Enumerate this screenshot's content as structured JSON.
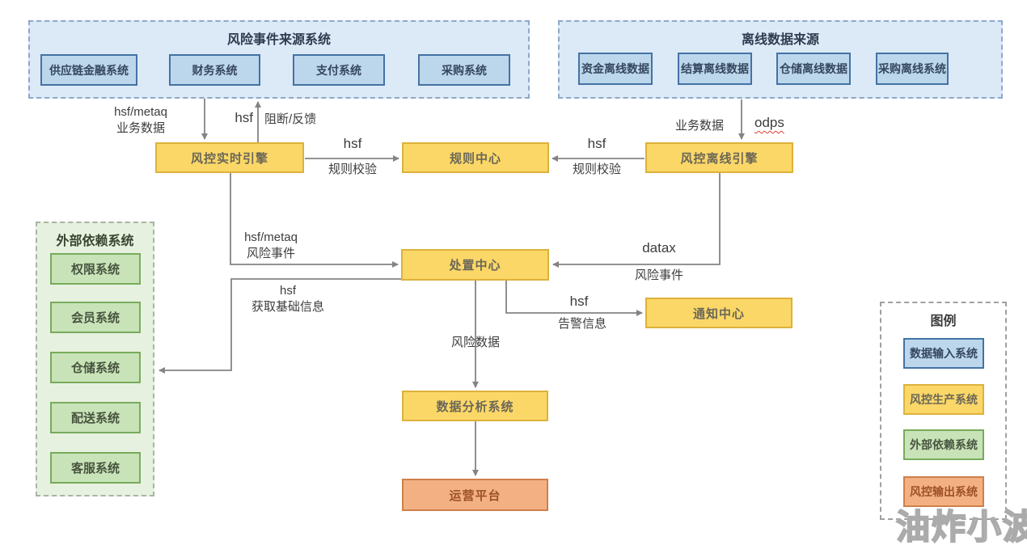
{
  "diagram": {
    "source_panel": {
      "title": "风险事件来源系统",
      "items": [
        "供应链金融系统",
        "财务系统",
        "支付系统",
        "采购系统"
      ]
    },
    "offline_panel": {
      "title": "离线数据来源",
      "items": [
        "资金离线数据",
        "结算离线数据",
        "仓储离线数据",
        "采购离线系统"
      ]
    },
    "external_panel": {
      "title": "外部依赖系统",
      "items": [
        "权限系统",
        "会员系统",
        "仓储系统",
        "配送系统",
        "客服系统"
      ]
    },
    "nodes": {
      "realtime_engine": "风控实时引擎",
      "rule_center": "规则中心",
      "offline_engine": "风控离线引擎",
      "disposal_center": "处置中心",
      "notify_center": "通知中心",
      "data_analysis": "数据分析系统",
      "ops_platform": "运营平台"
    },
    "edge_labels": {
      "in_realtime_proto": "hsf/metaq",
      "in_realtime_data": "业务数据",
      "block_proto": "hsf",
      "block_text": "阻断/反馈",
      "rt_rule_proto": "hsf",
      "rt_rule_text": "规则校验",
      "off_rule_proto": "hsf",
      "off_rule_text": "规则校验",
      "in_offline_data": "业务数据",
      "in_offline_proto": "odps",
      "rt_disposal_proto": "hsf/metaq",
      "rt_disposal_text": "风险事件",
      "off_disposal_proto": "datax",
      "off_disposal_text": "风险事件",
      "disposal_ext_proto": "hsf",
      "disposal_ext_text": "获取基础信息",
      "disposal_notify_proto": "hsf",
      "disposal_notify_text": "告警信息",
      "disposal_analysis_text": "风险数据"
    },
    "legend": {
      "title": "图例",
      "items": [
        {
          "label": "数据输入系统",
          "type": "blue"
        },
        {
          "label": "风控生产系统",
          "type": "yellow"
        },
        {
          "label": "外部依赖系统",
          "type": "green"
        },
        {
          "label": "风控输出系统",
          "type": "orange"
        }
      ]
    },
    "watermark": "油炸小波",
    "colors": {
      "bluePanelBg": "#dce9f7",
      "bluePanelBorder": "#8fa8c8",
      "blueBoxBg": "#bcd7ec",
      "blueBoxBorder": "#4472a4",
      "blueText": "#35475e",
      "yellowBg": "#fbd767",
      "yellowBorder": "#dcb23c",
      "yellowText": "#6b6758",
      "greenPanelBg": "#e7f1df",
      "greenPanelBorder": "#a9b4a4",
      "greenBoxBg": "#c8e3b8",
      "greenBoxBorder": "#77ab5c",
      "greenText": "#48543f",
      "orangeBg": "#f3b183",
      "orangeBorder": "#cf7f4a",
      "orangeText": "#9d5126",
      "line": "#848484",
      "label": "#3d3d3d"
    }
  }
}
